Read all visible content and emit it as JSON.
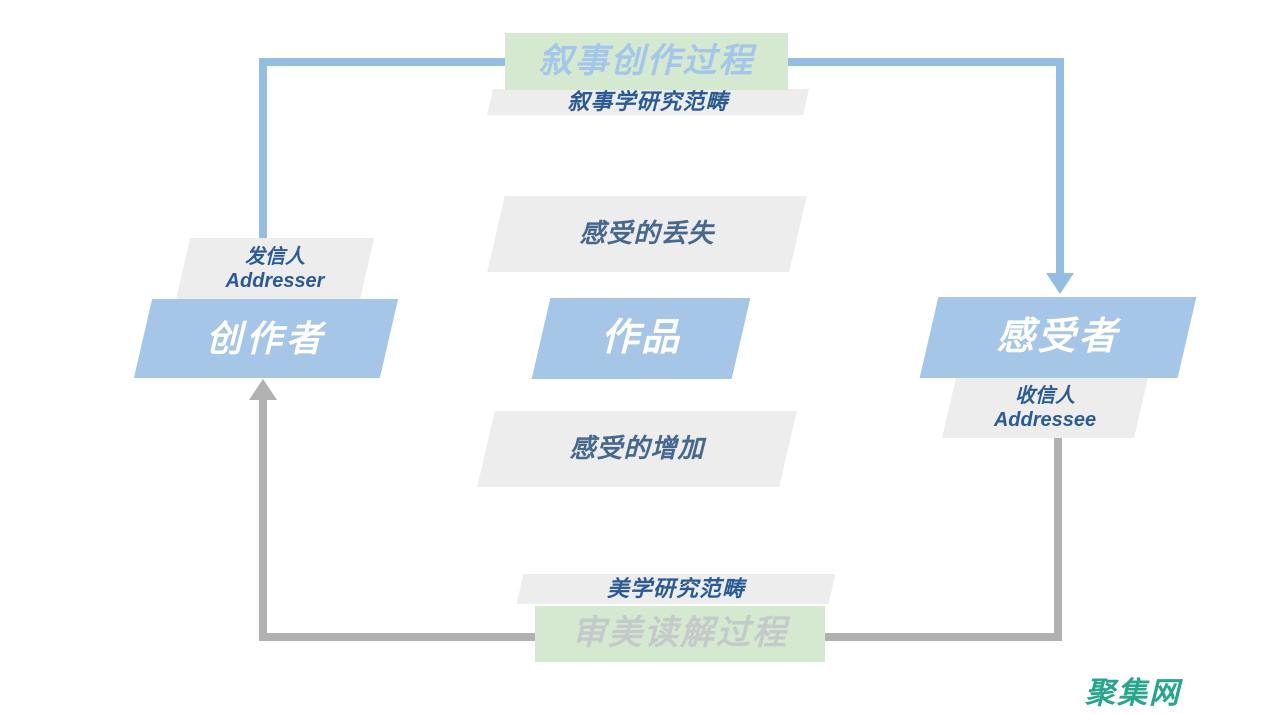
{
  "top": {
    "process_label": "叙事创作过程",
    "category_label": "叙事学研究范畴"
  },
  "left": {
    "role_zh": "发信人",
    "role_en": "Addresser",
    "entity": "创作者"
  },
  "center": {
    "loss_label": "感受的丢失",
    "entity": "作品",
    "gain_label": "感受的增加"
  },
  "right": {
    "entity": "感受者",
    "role_zh": "收信人",
    "role_en": "Addressee"
  },
  "bottom": {
    "category_label": "美学研究范畴",
    "process_label": "审美读解过程"
  },
  "watermark": {
    "label": "聚集网",
    "color": "#28a68d"
  },
  "arrows": [
    {
      "name": "narrative-flow",
      "from": "创作者",
      "to": "感受者",
      "color": "#94bde4"
    },
    {
      "name": "aesthetic-flow",
      "from": "感受者",
      "to": "创作者",
      "color": "#b1b1b1"
    }
  ],
  "colors": {
    "node_blue": "#a6c6e8",
    "node_gray": "#ededed",
    "node_green": "#d5e9d0",
    "line_blue": "#94bde4",
    "line_gray": "#b1b1b1",
    "text_dark_blue": "#2b5b94",
    "text_steel_blue": "#47688c",
    "text_light_blue": "#a4c6e8",
    "text_light_gray": "#c4cac9",
    "text_white": "#ffffff"
  }
}
